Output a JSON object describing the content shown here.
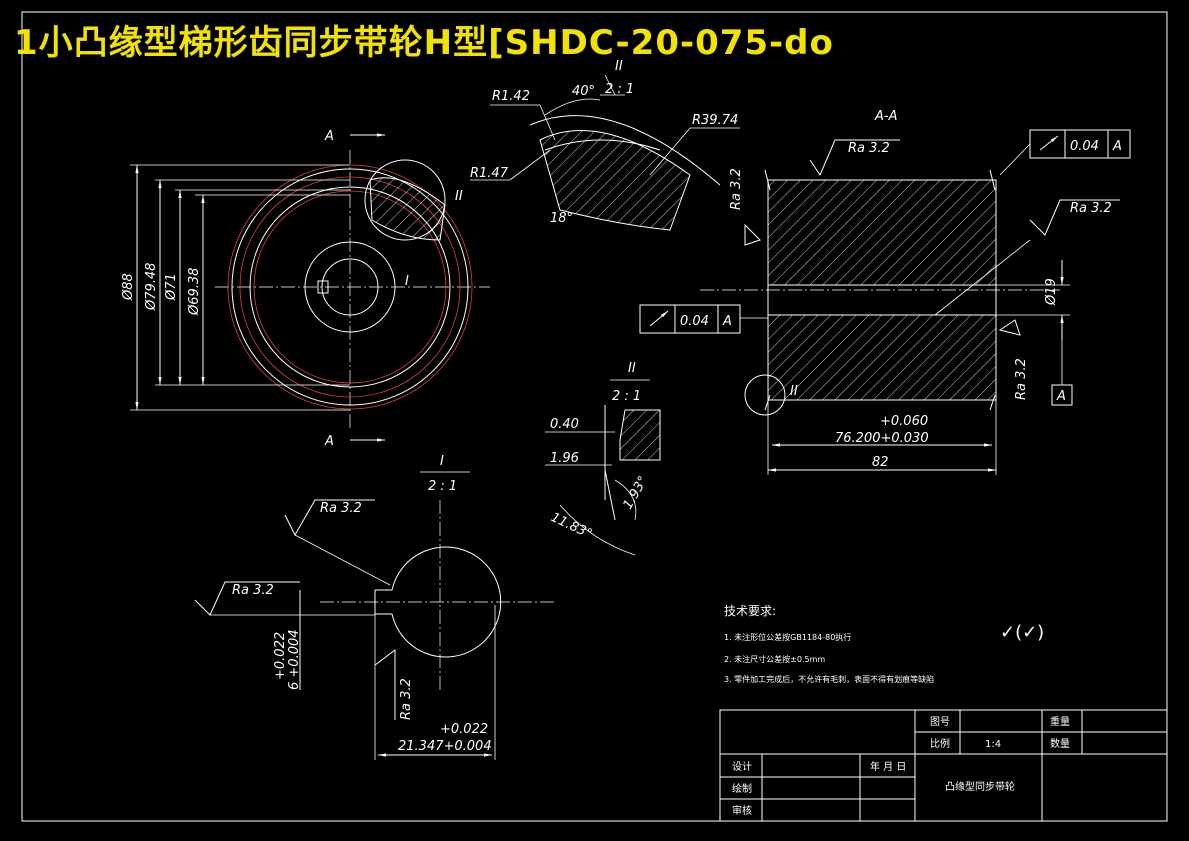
{
  "title": "1小凸缘型梯形齿同步带轮H型[SHDC-20-075-do",
  "section_view": {
    "section_label_top": "A",
    "section_label_bottom": "A",
    "dims": [
      "Ø88",
      "Ø79.48",
      "Ø71",
      "Ø69.38"
    ],
    "detail_ref": "I",
    "detail_ref2": "II"
  },
  "detail_tooth": {
    "scale_label": "II",
    "scale": "2 : 1",
    "r1": "R1.42",
    "r2": "R1.47",
    "r3": "R39.74",
    "angle1": "40°",
    "angle2": "18°"
  },
  "aa_view": {
    "label": "A-A",
    "ra_top": "Ra  3.2",
    "ra_right": "Ra  3.2",
    "ra_left": "Ra 3.2",
    "ra_bottom_right": "Ra 3.2",
    "tol_top": {
      "value": "0.04",
      "datum": "A"
    },
    "tol_left": {
      "value": "0.04",
      "datum": "A"
    },
    "bore": "Ø19",
    "datum": "A",
    "tol_upper": "+0.060",
    "dim_main": "76.200+0.030",
    "overall": "82",
    "detail_ref": "II"
  },
  "detail_flange": {
    "scale_label": "II",
    "scale": "2 : 1",
    "d1": "0.40",
    "d2": "1.96",
    "a1": "1.93°",
    "a2": "11.83°"
  },
  "detail_keyway": {
    "scale_label": "I",
    "scale": "2 : 1",
    "ra1": "Ra  3.2",
    "ra2": "Ra  3.2",
    "ra3": "Ra 3.2",
    "width_tol_upper": "+0.022",
    "width_tol": "6 +0.004",
    "depth_tol_upper": "+0.022",
    "depth": "21.347+0.004"
  },
  "tech_req": {
    "heading": "技术要求:",
    "items": [
      "1. 未注形位公差按GB1184-80执行",
      "2. 未注尺寸公差按±0.5mm",
      "3. 零件加工完成后，不允许有毛刺，表面不得有划痕等缺陷"
    ],
    "surface_symbol": "✓(✓)"
  },
  "title_block": {
    "fig_no_label": "图号",
    "qty_label": "重量",
    "scale_label": "比例",
    "scale_value": "1:4",
    "count_label": "数量",
    "design": "设计",
    "date": "年 月 日",
    "draw": "绘制",
    "check": "审核",
    "part_name": "凸缘型同步带轮"
  }
}
